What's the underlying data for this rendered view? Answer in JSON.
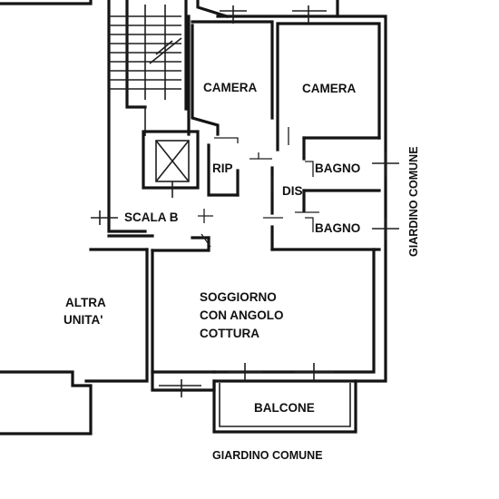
{
  "rooms": {
    "camera_left": "CAMERA",
    "camera_right": "CAMERA",
    "ripostiglio": "RIP",
    "bagno_top": "BAGNO",
    "disimpegno": "DIS",
    "bagno_bottom": "BAGNO",
    "scala": "SCALA B",
    "altra_unita_line1": "ALTRA",
    "altra_unita_line2": "UNITA'",
    "soggiorno_line1": "SOGGIORNO",
    "soggiorno_line2": "CON ANGOLO",
    "soggiorno_line3": "COTTURA",
    "balcone": "BALCONE"
  },
  "surroundings": {
    "giardino_comune_side": "GIARDINO COMUNE",
    "giardino_comune_bottom": "GIARDINO COMUNE"
  }
}
